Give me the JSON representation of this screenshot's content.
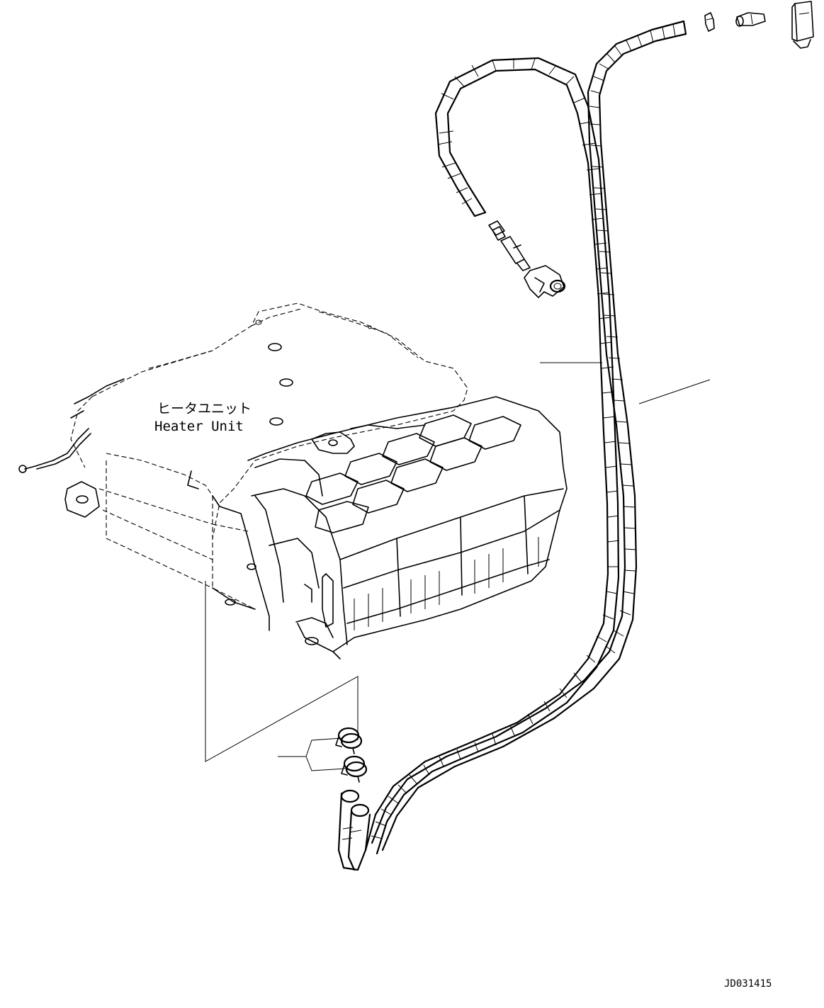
{
  "drawing": {
    "unit_label_jp": "ヒータユニット",
    "unit_label_en": "Heater Unit",
    "drawing_code": "JD031415"
  }
}
